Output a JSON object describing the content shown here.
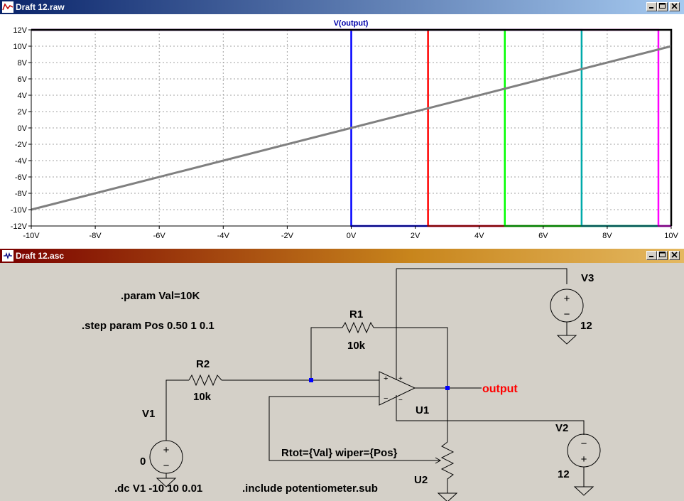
{
  "plot_window": {
    "title": "Draft 12.raw",
    "min_icon": "minimize-icon",
    "max_icon": "maximize-icon",
    "close_icon": "close-icon"
  },
  "schematic_window": {
    "title": "Draft 12.asc",
    "min_icon": "minimize-icon",
    "max_icon": "maximize-icon",
    "close_icon": "close-icon"
  },
  "chart_data": {
    "type": "line",
    "title": "V(output)",
    "xlim": [
      -10,
      10
    ],
    "ylim": [
      -12,
      12
    ],
    "grid": true,
    "x_ticks": [
      "-10V",
      "-8V",
      "-6V",
      "-4V",
      "-2V",
      "0V",
      "2V",
      "4V",
      "6V",
      "8V",
      "10V"
    ],
    "y_ticks": [
      "12V",
      "10V",
      "8V",
      "6V",
      "4V",
      "2V",
      "0V",
      "-2V",
      "-4V",
      "-6V",
      "-8V",
      "-10V",
      "-12V"
    ],
    "series": [
      {
        "color": "#0000ff",
        "points": [
          [
            -10,
            12
          ],
          [
            0,
            12
          ],
          [
            0,
            -12
          ],
          [
            10,
            -12
          ]
        ]
      },
      {
        "color": "#ff0000",
        "points": [
          [
            -10,
            12
          ],
          [
            2.4,
            12
          ],
          [
            2.4,
            -12
          ],
          [
            10,
            -12
          ]
        ]
      },
      {
        "color": "#00ff00",
        "points": [
          [
            -10,
            12
          ],
          [
            4.8,
            12
          ],
          [
            4.8,
            -12
          ],
          [
            10,
            -12
          ]
        ]
      },
      {
        "color": "#00aaaa",
        "points": [
          [
            -10,
            12
          ],
          [
            7.2,
            12
          ],
          [
            7.2,
            -12
          ],
          [
            10,
            -12
          ]
        ]
      },
      {
        "color": "#ff00ff",
        "points": [
          [
            -10,
            12
          ],
          [
            9.6,
            12
          ],
          [
            9.6,
            -12
          ],
          [
            10,
            -12
          ]
        ]
      },
      {
        "color": "#000000",
        "points": [
          [
            -10,
            12
          ],
          [
            10,
            12
          ],
          [
            10,
            -12
          ]
        ]
      },
      {
        "color": "#808080",
        "points": [
          [
            -10,
            -10
          ],
          [
            10,
            10
          ]
        ]
      }
    ]
  },
  "schematic": {
    "directive_param": ".param Val=10K",
    "directive_step": ".step param Pos 0.50 1 0.1",
    "directive_dc": ".dc V1 -10 10 0.01",
    "directive_include": ".include potentiometer.sub",
    "r1_name": "R1",
    "r1_value": "10k",
    "r2_name": "R2",
    "r2_value": "10k",
    "u1_name": "U1",
    "u2_name": "U2",
    "u2_params": "Rtot={Val} wiper={Pos}",
    "v1_name": "V1",
    "v1_value": "0",
    "v2_name": "V2",
    "v2_value": "12",
    "v3_name": "V3",
    "v3_value": "12",
    "net_label": "output",
    "opamp_plus": "+",
    "opamp_minus": "−",
    "src_plus": "+",
    "src_minus": "−"
  }
}
